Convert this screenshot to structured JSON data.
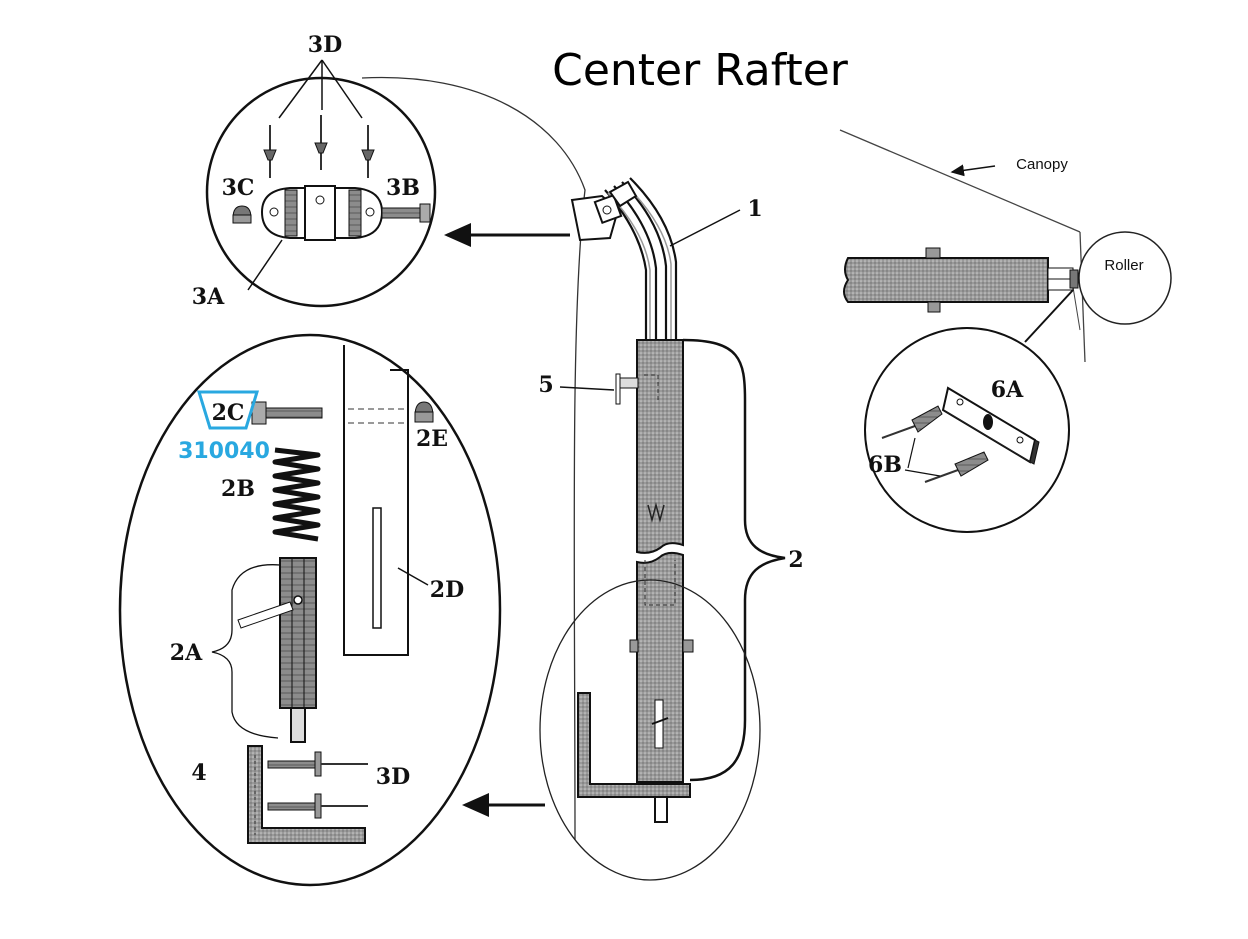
{
  "title": "Center Rafter",
  "labels": {
    "l1": "1",
    "l2": "2",
    "l5": "5",
    "l3d_top": "3D",
    "l3c": "3C",
    "l3b": "3B",
    "l3a": "3A",
    "l2c": "2C",
    "l2e": "2E",
    "l2b": "2B",
    "l2d": "2D",
    "l2a": "2A",
    "l4": "4",
    "l3d_bottom": "3D",
    "l6a": "6A",
    "l6b": "6B",
    "canopy": "Canopy",
    "roller": "Roller"
  },
  "highlight": {
    "part_number": "310040",
    "color": "#29a8e0"
  }
}
